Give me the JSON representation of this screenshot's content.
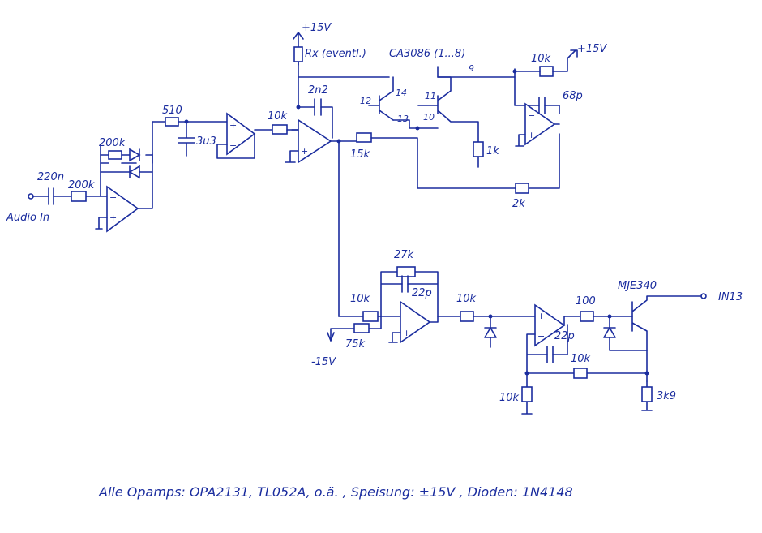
{
  "labels": {
    "c_in": "220n",
    "r_in": "200k",
    "r_fb1": "200k",
    "r_510": "510",
    "c_3u3": "3u3",
    "r_10k_a": "10k",
    "c_2n2": "2n2",
    "rx": "Rx (eventl.)",
    "supply_top": "+15V",
    "ca3086": "CA3086 (1...8)",
    "pin_9": "9",
    "pin_12": "12",
    "pin_14": "14",
    "pin_13": "13",
    "pin_11": "11",
    "pin_10": "10",
    "r_15k": "15k",
    "r_1k": "1k",
    "r_2k": "2k",
    "r_10k_top": "10k",
    "supply_right": "+15V",
    "c_68p": "68p",
    "r_27k": "27k",
    "c_22p_a": "22p",
    "r_10k_b": "10k",
    "r_75k": "75k",
    "supply_neg": "-15V",
    "r_10k_c": "10k",
    "c_22p_b": "22p",
    "r_100": "100",
    "r_10k_d": "10k",
    "r_10k_e": "10k",
    "r_3k9": "3k9",
    "mje340": "MJE340",
    "out": "IN13",
    "audio_in": "Audio In",
    "footnote": "Alle Opamps: OPA2131, TL052A, o.ä. , Speisung: ±15V , Dioden: 1N4148"
  },
  "colors": {
    "ink": "#1a2c9e",
    "paper": "#ffffff"
  }
}
